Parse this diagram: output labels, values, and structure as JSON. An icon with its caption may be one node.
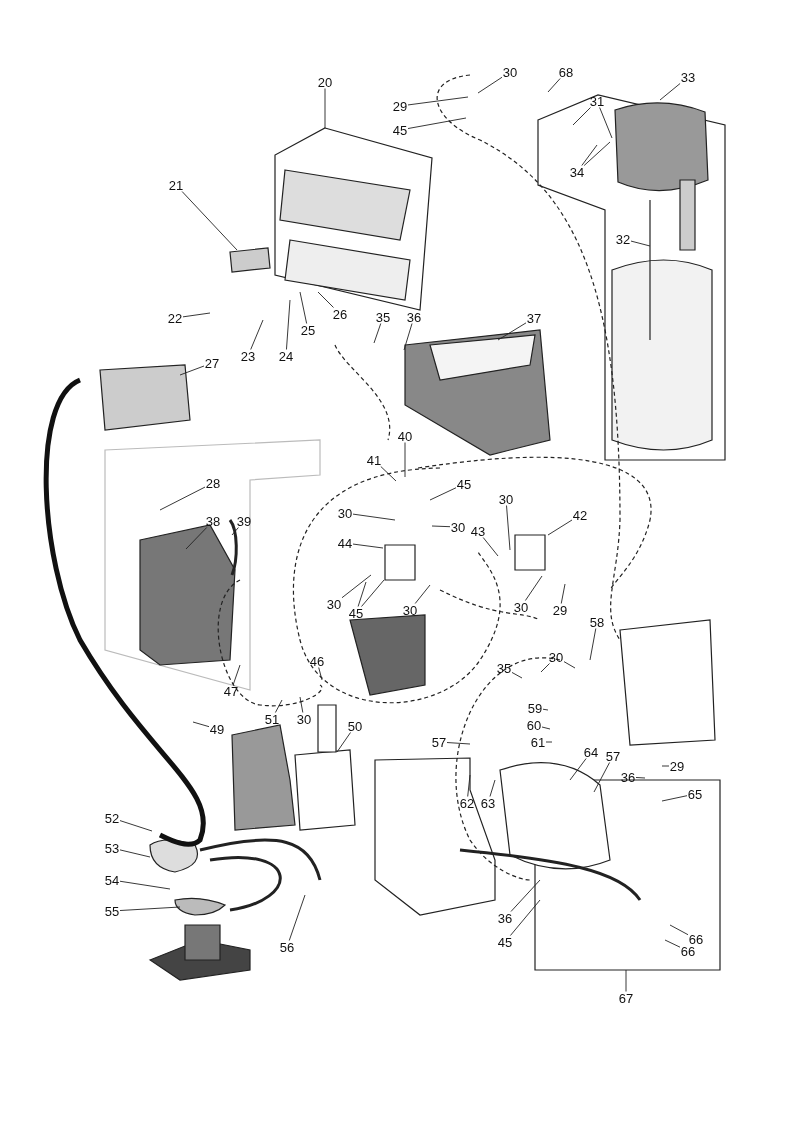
{
  "diagram": {
    "nodes": [
      {
        "text": [
          "30"
        ]
      },
      {
        "text": [
          "68"
        ]
      },
      {
        "text": [
          "33"
        ]
      },
      {
        "text": [
          "29"
        ]
      },
      {
        "text": [
          "45"
        ]
      },
      {
        "text": [
          "31"
        ]
      },
      {
        "text": [
          "34"
        ]
      },
      {
        "text": [
          "20"
        ]
      },
      {
        "text": [
          "21"
        ]
      },
      {
        "text": [
          "32"
        ]
      },
      {
        "text": [
          "22"
        ]
      },
      {
        "text": [
          "23"
        ]
      },
      {
        "text": [
          "24"
        ]
      },
      {
        "text": [
          "25"
        ]
      },
      {
        "text": [
          "26"
        ]
      },
      {
        "text": [
          "35"
        ]
      },
      {
        "text": [
          "36"
        ]
      },
      {
        "text": [
          "37"
        ]
      },
      {
        "text": [
          "27"
        ]
      },
      {
        "text": [
          "40"
        ]
      },
      {
        "text": [
          "41"
        ]
      },
      {
        "text": [
          "45"
        ]
      },
      {
        "text": [
          "28"
        ]
      },
      {
        "text": [
          "30"
        ]
      },
      {
        "text": [
          "42"
        ]
      },
      {
        "text": [
          "30"
        ]
      },
      {
        "text": [
          "30"
        ]
      },
      {
        "text": [
          "43"
        ]
      },
      {
        "text": [
          "38"
        ]
      },
      {
        "text": [
          "39"
        ]
      },
      {
        "text": [
          "44"
        ]
      },
      {
        "text": [
          "30"
        ]
      },
      {
        "text": [
          "30"
        ]
      },
      {
        "text": [
          "45"
        ]
      },
      {
        "text": [
          "30"
        ]
      },
      {
        "text": [
          "29"
        ]
      },
      {
        "text": [
          "58"
        ]
      },
      {
        "text": [
          "30"
        ]
      },
      {
        "text": [
          "35"
        ]
      },
      {
        "text": [
          "46"
        ]
      },
      {
        "text": [
          "47"
        ]
      },
      {
        "text": [
          "59"
        ]
      },
      {
        "text": [
          "51"
        ]
      },
      {
        "text": [
          "30"
        ]
      },
      {
        "text": [
          "49"
        ]
      },
      {
        "text": [
          "50"
        ]
      },
      {
        "text": [
          "60"
        ]
      },
      {
        "text": [
          "61"
        ]
      },
      {
        "text": [
          "57"
        ]
      },
      {
        "text": [
          "64"
        ]
      },
      {
        "text": [
          "57"
        ]
      },
      {
        "text": [
          "36"
        ]
      },
      {
        "text": [
          "29"
        ]
      },
      {
        "text": [
          "65"
        ]
      },
      {
        "text": [
          "62"
        ]
      },
      {
        "text": [
          "63"
        ]
      },
      {
        "text": [
          "52"
        ]
      },
      {
        "text": [
          "53"
        ]
      },
      {
        "text": [
          "54"
        ]
      },
      {
        "text": [
          "55"
        ]
      },
      {
        "text": [
          "56"
        ]
      },
      {
        "text": [
          "36"
        ]
      },
      {
        "text": [
          "45"
        ]
      },
      {
        "text": [
          "66"
        ]
      },
      {
        "text": [
          "66"
        ]
      },
      {
        "text": [
          "67"
        ]
      }
    ],
    "edges": [
      {
        "from": 0,
        "to": null,
        "arrow": "none"
      },
      {
        "from": 1,
        "to": null,
        "arrow": "none"
      },
      {
        "from": 2,
        "to": null,
        "arrow": "none"
      },
      {
        "from": 3,
        "to": null,
        "arrow": "none"
      },
      {
        "from": 4,
        "to": null,
        "arrow": "none"
      },
      {
        "from": 5,
        "to": null,
        "arrow": "none"
      },
      {
        "from": 5,
        "to": null,
        "arrow": "none"
      },
      {
        "from": 6,
        "to": null,
        "arrow": "none"
      },
      {
        "from": 6,
        "to": null,
        "arrow": "none"
      },
      {
        "from": 7,
        "to": null,
        "arrow": "none"
      },
      {
        "from": 8,
        "to": null,
        "arrow": "none"
      },
      {
        "from": 9,
        "to": null,
        "arrow": "none"
      },
      {
        "from": 10,
        "to": null,
        "arrow": "none"
      },
      {
        "from": 11,
        "to": null,
        "arrow": "none"
      },
      {
        "from": 12,
        "to": null,
        "arrow": "none"
      },
      {
        "from": 13,
        "to": null,
        "arrow": "none"
      },
      {
        "from": 14,
        "to": null,
        "arrow": "none"
      },
      {
        "from": 15,
        "to": null,
        "arrow": "none"
      },
      {
        "from": 16,
        "to": null,
        "arrow": "none"
      },
      {
        "from": 17,
        "to": null,
        "arrow": "none"
      },
      {
        "from": 18,
        "to": null,
        "arrow": "none"
      },
      {
        "from": 19,
        "to": null,
        "arrow": "none"
      },
      {
        "from": 20,
        "to": null,
        "arrow": "none"
      },
      {
        "from": 21,
        "to": null,
        "arrow": "none"
      },
      {
        "from": 22,
        "to": null,
        "arrow": "none"
      },
      {
        "from": 23,
        "to": null,
        "arrow": "none"
      },
      {
        "from": 24,
        "to": null,
        "arrow": "none"
      },
      {
        "from": 25,
        "to": null,
        "arrow": "none"
      },
      {
        "from": 26,
        "to": null,
        "arrow": "none"
      },
      {
        "from": 27,
        "to": null,
        "arrow": "none"
      },
      {
        "from": 28,
        "to": null,
        "arrow": "none"
      },
      {
        "from": 29,
        "to": null,
        "arrow": "none"
      },
      {
        "from": 30,
        "to": null,
        "arrow": "none"
      },
      {
        "from": 31,
        "to": null,
        "arrow": "none"
      },
      {
        "from": 32,
        "to": null,
        "arrow": "none"
      },
      {
        "from": 33,
        "to": null,
        "arrow": "none"
      },
      {
        "from": 33,
        "to": null,
        "arrow": "none"
      },
      {
        "from": 34,
        "to": null,
        "arrow": "none"
      },
      {
        "from": 35,
        "to": null,
        "arrow": "none"
      },
      {
        "from": 36,
        "to": null,
        "arrow": "none"
      },
      {
        "from": 37,
        "to": null,
        "arrow": "none"
      },
      {
        "from": 37,
        "to": null,
        "arrow": "none"
      },
      {
        "from": 38,
        "to": null,
        "arrow": "none"
      },
      {
        "from": 39,
        "to": null,
        "arrow": "none"
      },
      {
        "from": 40,
        "to": null,
        "arrow": "none"
      },
      {
        "from": 41,
        "to": null,
        "arrow": "none"
      },
      {
        "from": 42,
        "to": null,
        "arrow": "none"
      },
      {
        "from": 43,
        "to": null,
        "arrow": "none"
      },
      {
        "from": 44,
        "to": null,
        "arrow": "none"
      },
      {
        "from": 45,
        "to": null,
        "arrow": "none"
      },
      {
        "from": 46,
        "to": null,
        "arrow": "none"
      },
      {
        "from": 47,
        "to": null,
        "arrow": "none"
      },
      {
        "from": 48,
        "to": null,
        "arrow": "none"
      },
      {
        "from": 49,
        "to": null,
        "arrow": "none"
      },
      {
        "from": 50,
        "to": null,
        "arrow": "none"
      },
      {
        "from": 51,
        "to": null,
        "arrow": "none"
      },
      {
        "from": 52,
        "to": null,
        "arrow": "none"
      },
      {
        "from": 53,
        "to": null,
        "arrow": "none"
      },
      {
        "from": 54,
        "to": null,
        "arrow": "none"
      },
      {
        "from": 55,
        "to": null,
        "arrow": "none"
      },
      {
        "from": 56,
        "to": null,
        "arrow": "none"
      },
      {
        "from": 57,
        "to": null,
        "arrow": "none"
      },
      {
        "from": 58,
        "to": null,
        "arrow": "none"
      },
      {
        "from": 59,
        "to": null,
        "arrow": "none"
      },
      {
        "from": 60,
        "to": null,
        "arrow": "none"
      },
      {
        "from": 61,
        "to": null,
        "arrow": "none"
      },
      {
        "from": 62,
        "to": null,
        "arrow": "none"
      },
      {
        "from": 63,
        "to": null,
        "arrow": "none"
      },
      {
        "from": 64,
        "to": null,
        "arrow": "none"
      },
      {
        "from": 65,
        "to": null,
        "arrow": "none"
      }
    ]
  }
}
